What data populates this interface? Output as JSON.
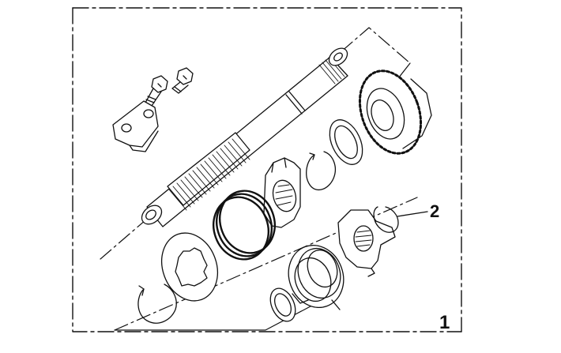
{
  "callouts": {
    "part_2": "2",
    "figure_1": "1"
  },
  "colors": {
    "line": "#111111",
    "background": "#ffffff"
  },
  "parts": [
    "kickstarter-shaft",
    "hex-bolts",
    "stopper-plate",
    "driven-gear",
    "washers",
    "circlips",
    "ratchet-wheel",
    "return-spring",
    "spring-guide"
  ]
}
